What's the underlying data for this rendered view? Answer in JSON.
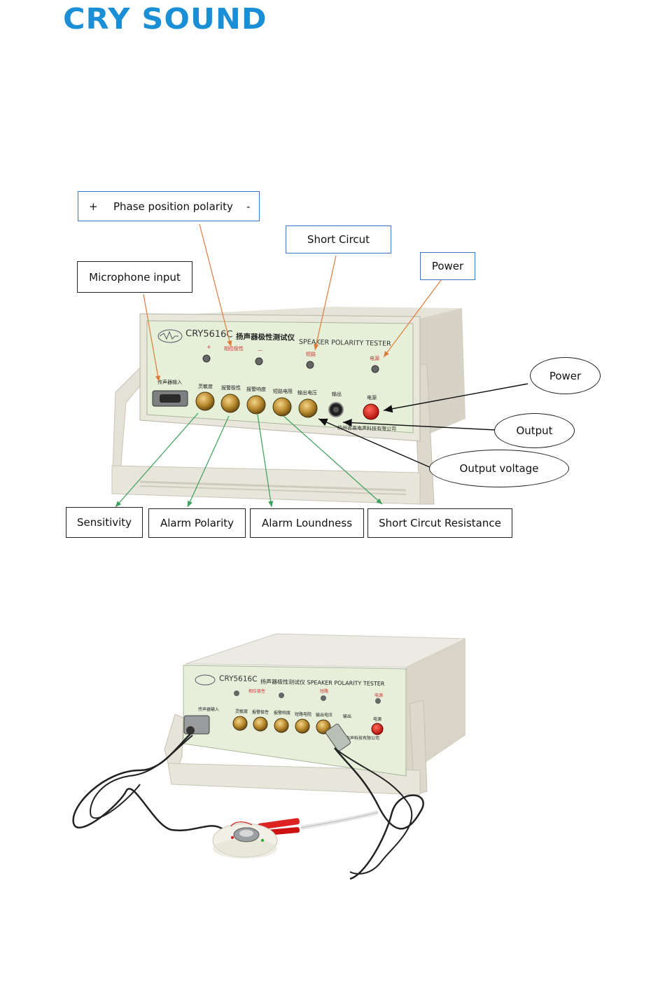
{
  "brand": {
    "logo_text": "CRY SOUND",
    "accent": "#1a8fd6"
  },
  "figure1": {
    "device": {
      "model": "CRY5616C",
      "title_cn": "扬声器极性测试仪",
      "title_en": "SPEAKER POLARITY TESTER",
      "phase_label_cn": "相位极性",
      "plus": "+",
      "minus": "—",
      "short_cn": "短路",
      "power_cn": "电源",
      "mic_input_cn": "传声器输入",
      "knobs_cn": [
        "灵敏度",
        "报警极性",
        "报警响度",
        "短路电阻",
        "输出电压"
      ],
      "output_cn": "输出",
      "power_btn_cn": "电源",
      "maker_cn": "杭州吉高电声科技有限公司"
    },
    "callouts": {
      "phase": {
        "plus": "+",
        "label": "Phase position polarity",
        "minus": "-"
      },
      "short_circuit": "Short Circut",
      "power_top": "Power",
      "microphone_input": "Microphone input",
      "power_oval": "Power",
      "output_oval": "Output",
      "output_voltage_oval": "Output voltage",
      "sensitivity": "Sensitivity",
      "alarm_polarity": "Alarm Polarity",
      "alarm_loudness": "Alarm Loundness",
      "short_circuit_resistance": "Short Circut Resistance"
    },
    "colors": {
      "orange_leader": "#e07a3a",
      "green_leader": "#3aa05a",
      "box_blue": "#3a78c6"
    }
  },
  "figure2": {
    "device": {
      "model": "CRY5616C",
      "title": "扬声器极性测试仪 SPEAKER POLARITY TESTER",
      "phase_label_cn": "相位极性",
      "short_cn": "短路",
      "power_cn": "电源",
      "mic_input_cn": "传声器输入",
      "knobs_cn": [
        "灵敏度",
        "报警极性",
        "报警响度",
        "短路电阻",
        "输出电压"
      ],
      "output_cn": "输出",
      "power_btn_cn": "电源",
      "maker_cn": "吉高电声科技有限公司"
    }
  }
}
